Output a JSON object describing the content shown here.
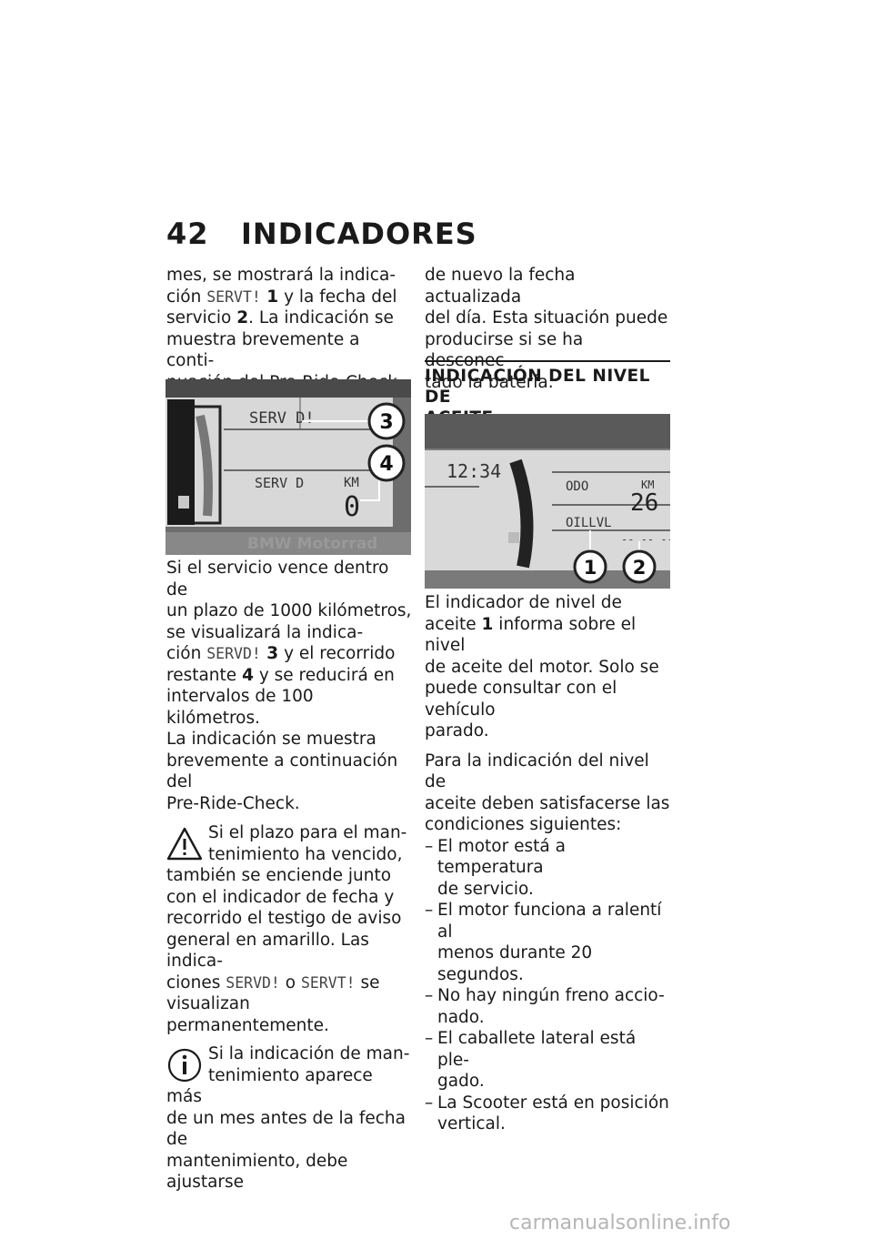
{
  "header": {
    "page_number": "42",
    "title": "INDICADORES"
  },
  "left_col": {
    "p1": {
      "a": "mes, se mostrará la indica-",
      "b": "ción ",
      "code": "SERVT!",
      "c": " 1",
      "d": " y la fecha del",
      "e": "servicio ",
      "f": "2",
      "g": ". La indicación se",
      "h": "muestra brevemente a conti-",
      "i": "nuación del Pre-Ride-Check."
    },
    "fig1": {
      "lcd_top": "SERV D!",
      "lcd_mid": "SERV D",
      "lcd_unit": "KM",
      "lcd_val": "0",
      "callout_3": "3",
      "callout_4": "4",
      "brand": "BMW Motorrad"
    },
    "p2": {
      "a": "Si el servicio vence dentro de",
      "b": "un plazo de 1000 kilómetros,",
      "c": "se visualizará la indica-",
      "d": "ción ",
      "code": "SERVD!",
      "e": " 3",
      "f": " y el recorrido",
      "g": "restante ",
      "h": "4",
      "i": " y se reducirá en",
      "j": "intervalos de 100 kilómetros.",
      "k": "La indicación se muestra",
      "l": "brevemente a continuación del",
      "m": "Pre-Ride-Check."
    },
    "warning": {
      "a": "Si el plazo para el man-",
      "b": "tenimiento ha vencido,",
      "c": "también se enciende junto",
      "d": "con el indicador de fecha y",
      "e": "recorrido el testigo de aviso",
      "f": "general en amarillo. Las indica-",
      "g": "ciones ",
      "code1": "SERVD!",
      "h": " o ",
      "code2": "SERVT!",
      "i": " se",
      "j": "visualizan permanentemente."
    },
    "info": {
      "a": "Si la indicación de man-",
      "b": "tenimiento aparece más",
      "c": "de un mes antes de la fecha de",
      "d": "mantenimiento, debe ajustarse"
    }
  },
  "right_col": {
    "p1": {
      "a": "de nuevo la fecha actualizada",
      "b": "del día. Esta situación puede",
      "c": "producirse si se ha desconec-",
      "d": "tado la batería."
    },
    "section_title": {
      "a": "INDICACIÓN DEL NIVEL DE",
      "b": "ACEITE"
    },
    "fig2": {
      "clock": "12:34",
      "odo": "ODO",
      "unit": "KM",
      "value": "26",
      "oil": "OILLVL",
      "dashes": "-- -- --",
      "callout_1": "1",
      "callout_2": "2"
    },
    "p2": {
      "a": "El indicador de nivel de",
      "b": "aceite ",
      "c": "1",
      "d": " informa sobre el nivel",
      "e": "de aceite del motor. Solo se",
      "f": "puede consultar con el vehículo",
      "g": "parado."
    },
    "p3": {
      "a": "Para la indicación del nivel de",
      "b": "aceite deben satisfacerse las",
      "c": "condiciones siguientes:"
    },
    "list": [
      {
        "dash": "–",
        "a": "El motor está a temperatura",
        "b": "de servicio."
      },
      {
        "dash": "–",
        "a": "El motor funciona a ralentí al",
        "b": "menos durante 20 segundos."
      },
      {
        "dash": "–",
        "a": "No hay ningún freno accio-",
        "b": "nado."
      },
      {
        "dash": "–",
        "a": "El caballete lateral está ple-",
        "b": "gado."
      },
      {
        "dash": "–",
        "a": "La Scooter está en posición",
        "b": "vertical."
      }
    ]
  },
  "footer": {
    "watermark": "carmanualsonline.info"
  }
}
